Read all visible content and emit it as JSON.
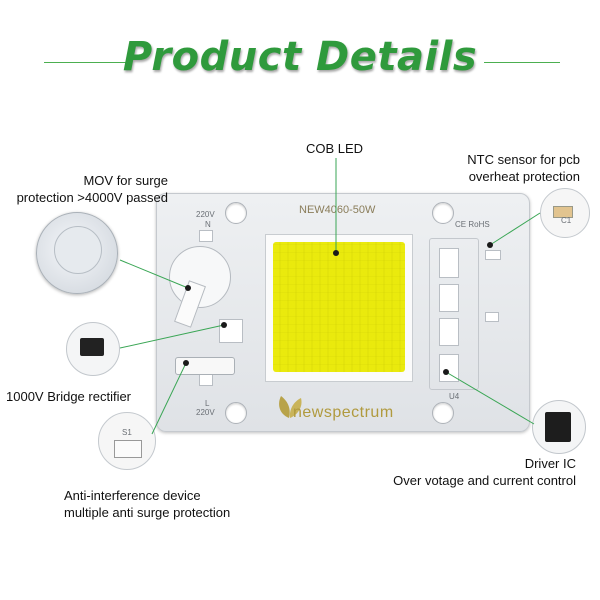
{
  "title": "Product Details",
  "board": {
    "model": "NEW4060-50W",
    "brand": "newspectrum",
    "voltage_top": "220V",
    "n_mark": "N",
    "l_mark": "L",
    "voltage_bottom": "220V",
    "cert": "CE RoHS",
    "chip_label": "U4"
  },
  "callouts": {
    "cob_led": "COB LED",
    "mov_line1": "MOV for surge",
    "mov_line2": "protection >4000V passed",
    "ntc_line1": "NTC sensor for pcb",
    "ntc_line2": "overheat protection",
    "ntc_chip_label": "C1",
    "rectifier": "1000V Bridge rectifier",
    "anti_line1": "Anti-interference device",
    "anti_line2": "multiple anti surge protection",
    "anti_chip_label": "S1",
    "driver_line1": "Driver IC",
    "driver_line2": "Over votage and current control"
  },
  "colors": {
    "title_green": "#2f9a3c",
    "callout_line": "#3aa655",
    "led_yellow": "#f4f43a"
  }
}
